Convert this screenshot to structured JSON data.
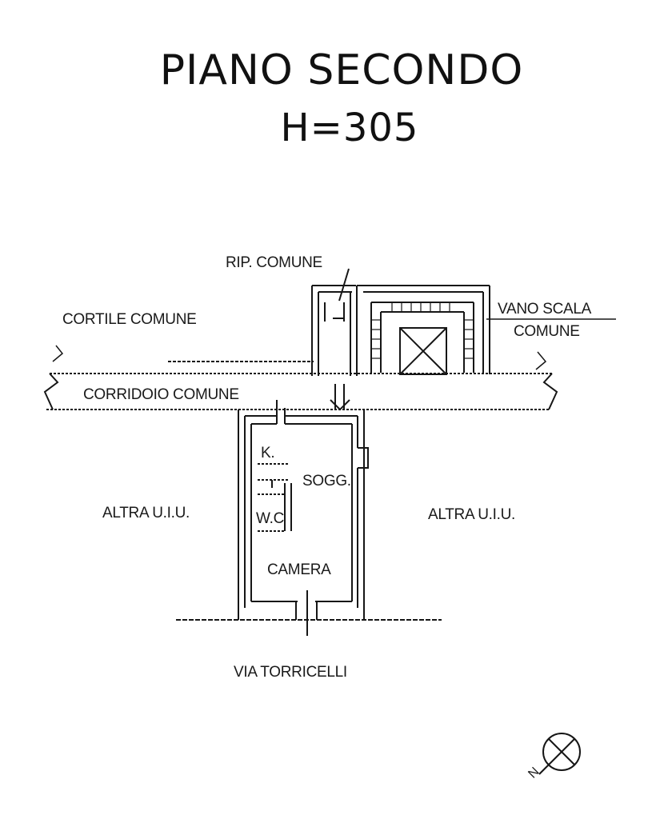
{
  "header": {
    "floor_title": "PIANO SECONDO",
    "height_label": "H=305"
  },
  "labels": {
    "rip_comune": "RIP. COMUNE",
    "cortile_comune": "CORTILE COMUNE",
    "vano_scala_line1": "VANO SCALA",
    "vano_scala_line2": "COMUNE",
    "corridoio_comune": "CORRIDOIO COMUNE",
    "kitchen": "K.",
    "soggiorno": "SOGG.",
    "wc": "W.C",
    "camera": "CAMERA",
    "altra_uiu_left": "ALTRA U.I.U.",
    "altra_uiu_right": "ALTRA U.I.U.",
    "street": "VIA TORRICELLI",
    "north_letter": "N"
  },
  "colors": {
    "ink": "#161616",
    "paper": "#ffffff"
  }
}
